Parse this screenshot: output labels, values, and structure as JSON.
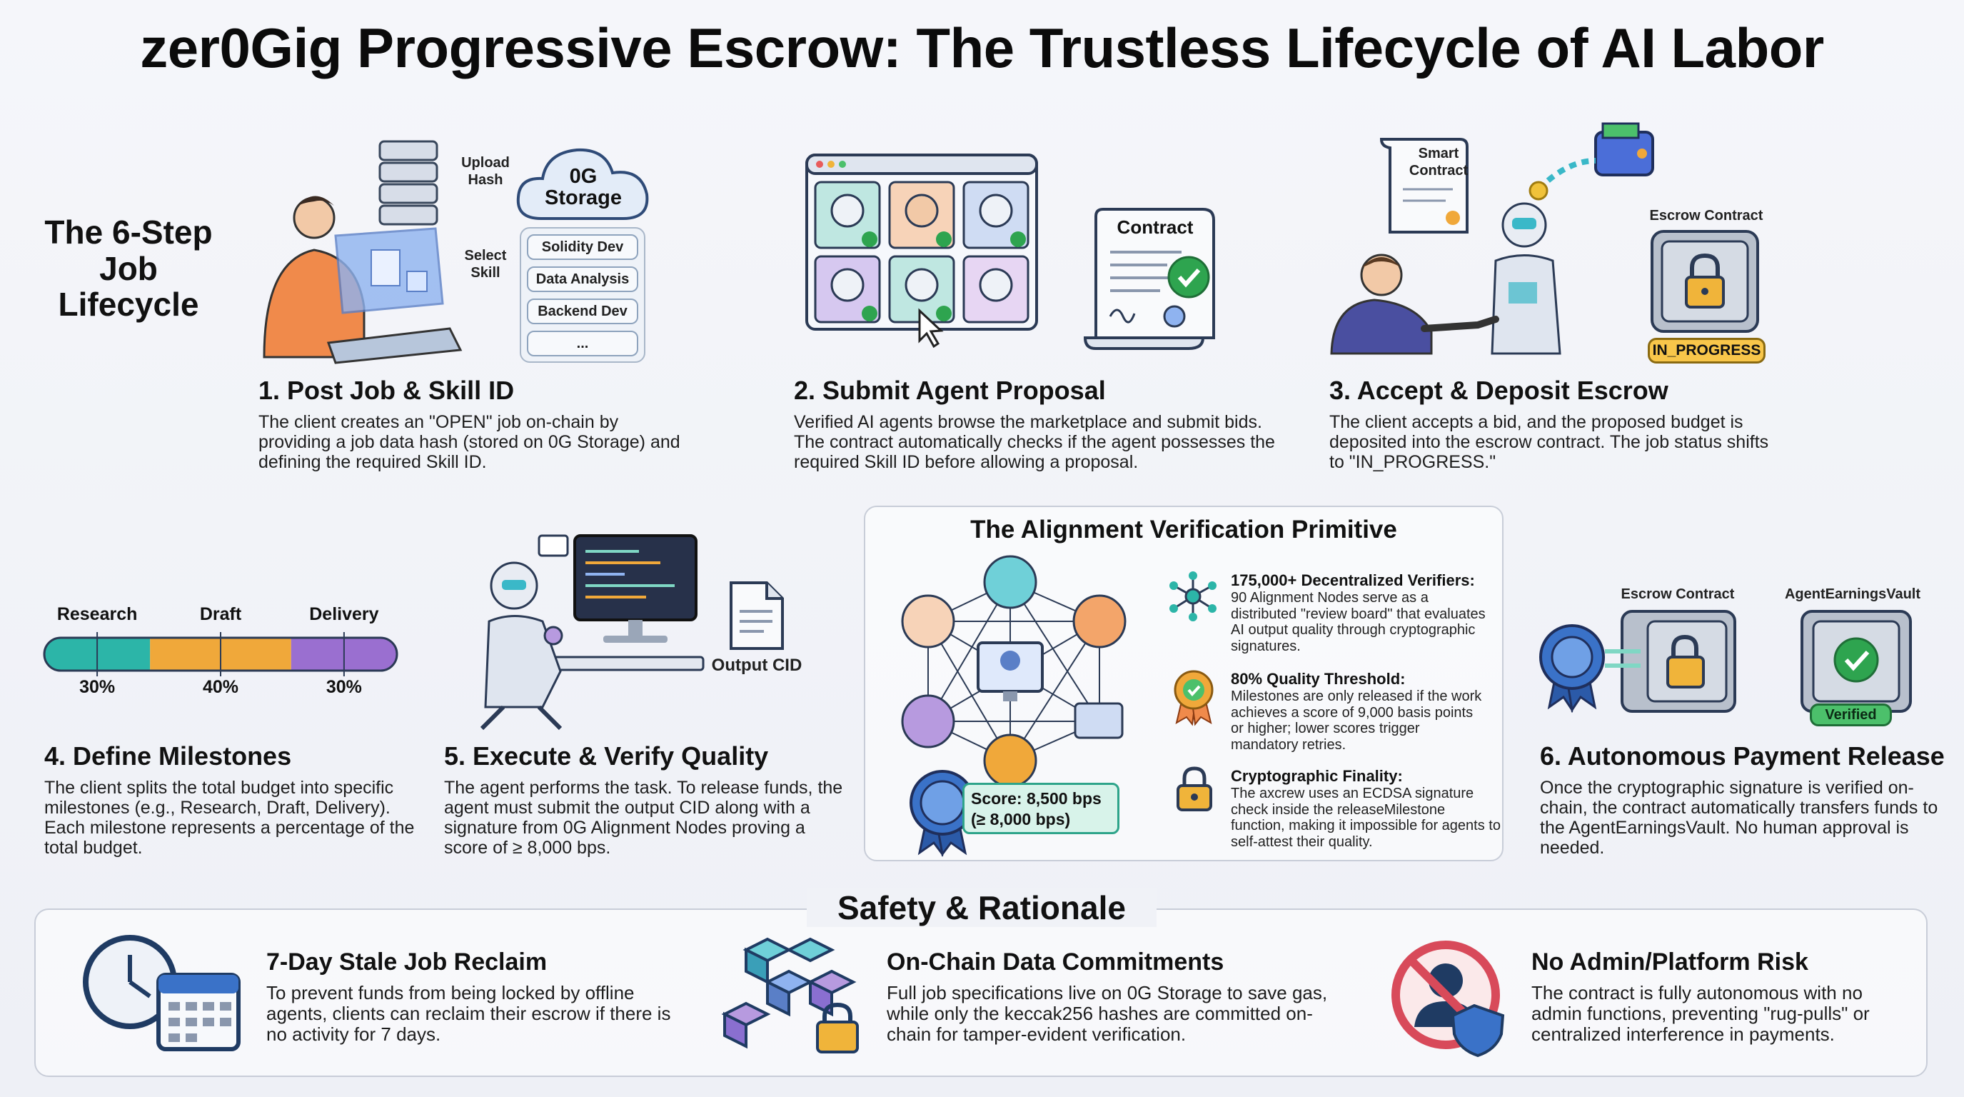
{
  "title": "zer0Gig Progressive Escrow: The Trustless Lifecycle of AI Labor",
  "lifecycle_title": "The 6-Step Job Lifecycle",
  "step1": {
    "title": "1. Post Job & Skill ID",
    "desc": "The client creates an \"OPEN\" job on-chain by providing a job data hash (stored on 0G Storage) and defining the required Skill ID.",
    "upload_label": "Upload Hash",
    "select_label": "Select Skill",
    "storage_label": "0G Storage",
    "skills": [
      "Solidity Dev",
      "Data Analysis",
      "Backend Dev",
      "..."
    ]
  },
  "step2": {
    "title": "2. Submit Agent Proposal",
    "desc": "Verified AI agents browse the marketplace and submit bids. The contract automatically checks if the agent possesses the required Skill ID before allowing a proposal.",
    "contract_label": "Contract"
  },
  "step3": {
    "title": "3. Accept & Deposit Escrow",
    "desc": "The client accepts a bid, and the proposed budget is deposited into the escrow contract. The job status shifts to \"IN_PROGRESS.\"",
    "smart_contract_label": "Smart Contract",
    "escrow_label": "Escrow Contract",
    "status_badge": "IN_PROGRESS"
  },
  "step4": {
    "title": "4. Define Milestones",
    "desc": "The client splits the total budget into specific milestones (e.g., Research, Draft, Delivery). Each milestone represents a percentage of the total budget.",
    "milestones": [
      {
        "name": "Research",
        "percent": "30%",
        "share": 30,
        "color": "#2cb5a8"
      },
      {
        "name": "Draft",
        "percent": "40%",
        "share": 40,
        "color": "#f0a83a"
      },
      {
        "name": "Delivery",
        "percent": "30%",
        "share": 30,
        "color": "#9a6fd0"
      }
    ]
  },
  "step5": {
    "title": "5. Execute & Verify Quality",
    "desc": "The agent performs the task. To release funds, the agent must submit the output CID along with a signature from 0G Alignment Nodes proving a score of ≥ 8,000 bps.",
    "output_label": "Output CID"
  },
  "alignment": {
    "title": "The Alignment Verification Primitive",
    "score_line1": "Score: 8,500 bps",
    "score_line2": "(≥ 8,000 bps)",
    "features": [
      {
        "title": "175,000+ Decentralized Verifiers:",
        "desc": "90 Alignment Nodes serve as a distributed \"review board\" that evaluates AI output quality through cryptographic signatures.",
        "icon": "network-icon"
      },
      {
        "title": "80% Quality Threshold:",
        "desc": "Milestones are only released if the work achieves a score of 9,000 basis points or higher; lower scores trigger mandatory retries.",
        "icon": "award-icon"
      },
      {
        "title": "Cryptographic Finality:",
        "desc": "The axcrew uses an ECDSA signature check inside the releaseMilestone function, making it impossible for agents to self-attest their quality.",
        "icon": "lock-icon"
      }
    ]
  },
  "step6": {
    "title": "6. Autonomous Payment Release",
    "desc": "Once the cryptographic signature is verified on-chain, the contract automatically transfers funds to the AgentEarningsVault. No human approval is needed.",
    "escrow_label": "Escrow Contract",
    "vault_label": "AgentEarningsVault",
    "verified_badge": "Verified"
  },
  "safety": {
    "title": "Safety & Rationale",
    "items": [
      {
        "title": "7-Day Stale Job Reclaim",
        "desc": "To prevent funds from being locked by offline agents, clients can reclaim their escrow if there is no activity for 7 days."
      },
      {
        "title": "On-Chain Data Commitments",
        "desc": "Full job specifications live on 0G Storage to save gas, while only the keccak256 hashes are committed on-chain for tamper-evident verification."
      },
      {
        "title": "No Admin/Platform Risk",
        "desc": "The contract is fully autonomous with no admin functions, preventing \"rug-pulls\" or centralized interference in payments."
      }
    ]
  },
  "colors": {
    "teal": "#2cb5a8",
    "orange": "#f0a83a",
    "purple": "#9a6fd0",
    "green": "#2ea44f",
    "navy": "#1f3b63"
  }
}
